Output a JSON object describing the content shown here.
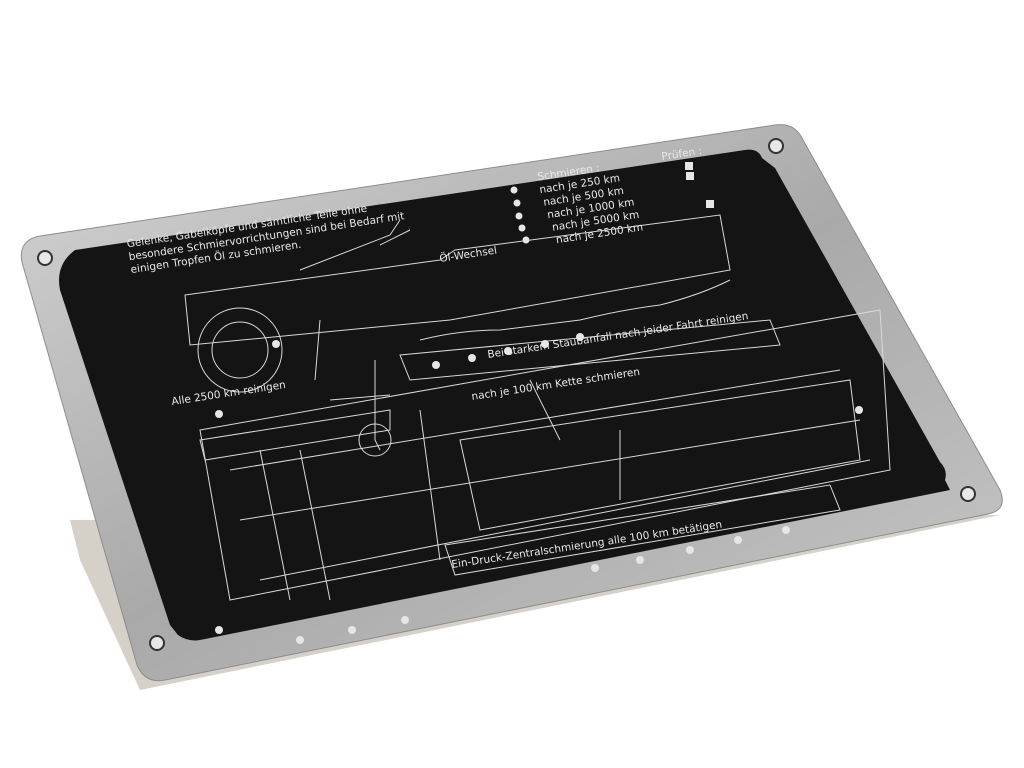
{
  "plate": {
    "note_lines": [
      "Gelenke, Gabelköpfe und sämtliche Teile ohne",
      "besondere Schmiervorrichtungen sind  bei Bedarf mit",
      "einigen Tropfen  Öl  zu schmieren."
    ],
    "oil_change": "Öl-Wechsel",
    "legend_title": "Schmieren :",
    "legend_items": [
      "nach je    250 km",
      "nach je    500 km",
      "nach je  1000 km",
      "nach je  5000 km",
      "nach je  2500 km"
    ],
    "check_title": "Prüfen :",
    "dust_note": "Bei starkem Staubanfall nach jeider Fahrt reinigen",
    "chain_note": "nach je 100 km Kette schmieren",
    "clean_note": "Alle 2500 km reinigen",
    "central_note": "Ein-Druck-Zentralschmierung alle 100 km betätigen"
  },
  "colors": {
    "metal": "#b9b9b9",
    "face": "#141414",
    "engraving": "#e0e0e0"
  }
}
